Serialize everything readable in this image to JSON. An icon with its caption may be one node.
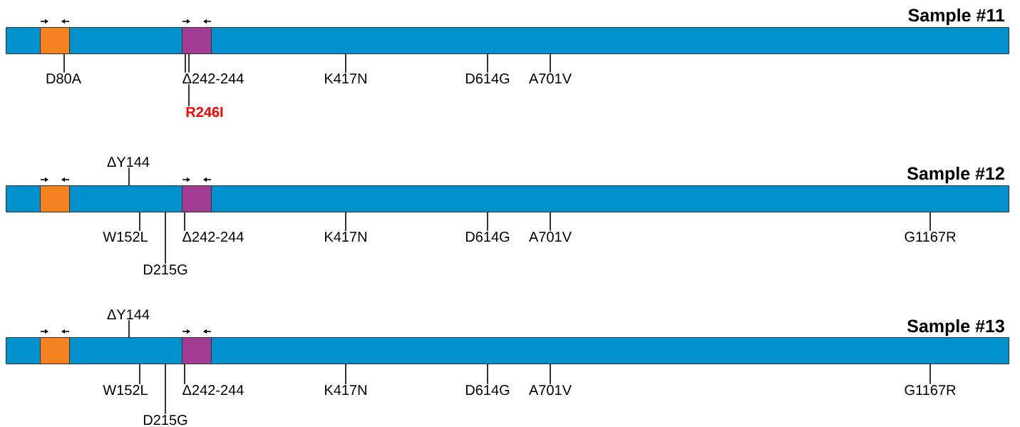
{
  "diagram": {
    "nodes": [
      {
        "text": [
          "Sample #11"
        ]
      },
      {
        "text": [],
        "shape": "box",
        "in": 0
      },
      {
        "text": [],
        "shape": "box",
        "in": 0
      },
      {
        "text": [
          "D80A"
        ]
      },
      {
        "text": [
          "Δ242-244"
        ]
      },
      {
        "text": [
          "R246I"
        ]
      },
      {
        "text": [
          "K417N"
        ]
      },
      {
        "text": [
          "D614G"
        ]
      },
      {
        "text": [
          "A701V"
        ]
      },
      {
        "text": [
          "Sample #12"
        ]
      },
      {
        "text": [],
        "shape": "box",
        "in": 9
      },
      {
        "text": [],
        "shape": "box",
        "in": 9
      },
      {
        "text": [
          "ΔY144"
        ]
      },
      {
        "text": [
          "W152L"
        ]
      },
      {
        "text": [
          "D215G"
        ]
      },
      {
        "text": [
          "Δ242-244"
        ]
      },
      {
        "text": [
          "K417N"
        ]
      },
      {
        "text": [
          "D614G"
        ]
      },
      {
        "text": [
          "A701V"
        ]
      },
      {
        "text": [
          "G1167R"
        ]
      },
      {
        "text": [
          "Sample #13"
        ]
      },
      {
        "text": [],
        "shape": "box",
        "in": 20
      },
      {
        "text": [],
        "shape": "box",
        "in": 20
      },
      {
        "text": [
          "ΔY144"
        ]
      },
      {
        "text": [
          "W152L"
        ]
      },
      {
        "text": [
          "D215G"
        ]
      },
      {
        "text": [
          "Δ242-244"
        ]
      },
      {
        "text": [
          "K417N"
        ]
      },
      {
        "text": [
          "D614G"
        ]
      },
      {
        "text": [
          "A701V"
        ]
      },
      {
        "text": [
          "G1167R"
        ]
      }
    ],
    "edges": [
      {
        "from": 3,
        "to": 1,
        "arrow": "none"
      },
      {
        "from": 4,
        "to": 2,
        "arrow": "none"
      },
      {
        "from": 5,
        "to": 4,
        "arrow": "none"
      },
      {
        "from": 4,
        "to": 2,
        "arrow": "none"
      },
      {
        "from": 6,
        "to": 0,
        "arrow": "none"
      },
      {
        "from": 7,
        "to": 0,
        "arrow": "none"
      },
      {
        "from": 8,
        "to": 0,
        "arrow": "none"
      },
      {
        "from": 12,
        "to": 9,
        "arrow": "none"
      },
      {
        "from": 13,
        "to": 9,
        "arrow": "none"
      },
      {
        "from": 14,
        "to": 9,
        "arrow": "none"
      },
      {
        "from": 15,
        "to": 11,
        "arrow": "none"
      },
      {
        "from": 16,
        "to": 9,
        "arrow": "none"
      },
      {
        "from": 17,
        "to": 9,
        "arrow": "none"
      },
      {
        "from": 18,
        "to": 9,
        "arrow": "none"
      },
      {
        "from": 19,
        "to": 9,
        "arrow": "none"
      },
      {
        "from": 23,
        "to": 20,
        "arrow": "none"
      },
      {
        "from": 24,
        "to": 20,
        "arrow": "none"
      },
      {
        "from": 25,
        "to": 20,
        "arrow": "none"
      },
      {
        "from": 26,
        "to": 22,
        "arrow": "none"
      },
      {
        "from": 27,
        "to": 20,
        "arrow": "none"
      },
      {
        "from": 28,
        "to": 20,
        "arrow": "none"
      },
      {
        "from": 29,
        "to": 20,
        "arrow": "none"
      },
      {
        "from": 30,
        "to": 20,
        "arrow": "none"
      }
    ]
  }
}
